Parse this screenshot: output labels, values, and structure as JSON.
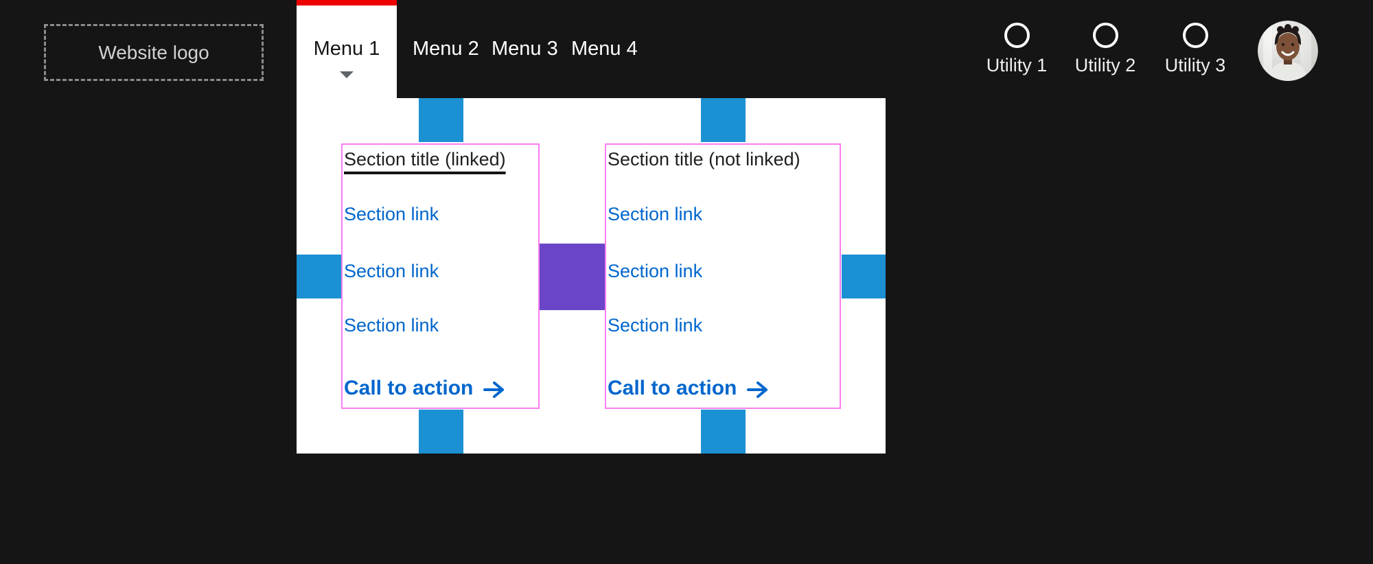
{
  "masthead": {
    "logo_label": "Website logo",
    "menu_items": [
      {
        "label": "Menu 1",
        "active": true
      },
      {
        "label": "Menu 2",
        "active": false
      },
      {
        "label": "Menu 3",
        "active": false
      },
      {
        "label": "Menu 4",
        "active": false
      }
    ],
    "utilities": [
      {
        "label": "Utility 1"
      },
      {
        "label": "Utility 2"
      },
      {
        "label": "Utility 3"
      }
    ]
  },
  "mega_menu": {
    "sections": [
      {
        "title": "Section title (linked)",
        "title_linked": true,
        "links": [
          "Section link",
          "Section link",
          "Section link"
        ],
        "cta_label": "Call to action"
      },
      {
        "title": "Section title (not linked)",
        "title_linked": false,
        "links": [
          "Section link",
          "Section link",
          "Section link"
        ],
        "cta_label": "Call to action"
      }
    ]
  },
  "annotations": {
    "spacer_blue": "#1b90d2",
    "spacer_purple": "#6a45c8",
    "outline_pink": "#fc7ef2",
    "active_tab_red": "#ec0000",
    "link_blue": "#0066cc"
  }
}
